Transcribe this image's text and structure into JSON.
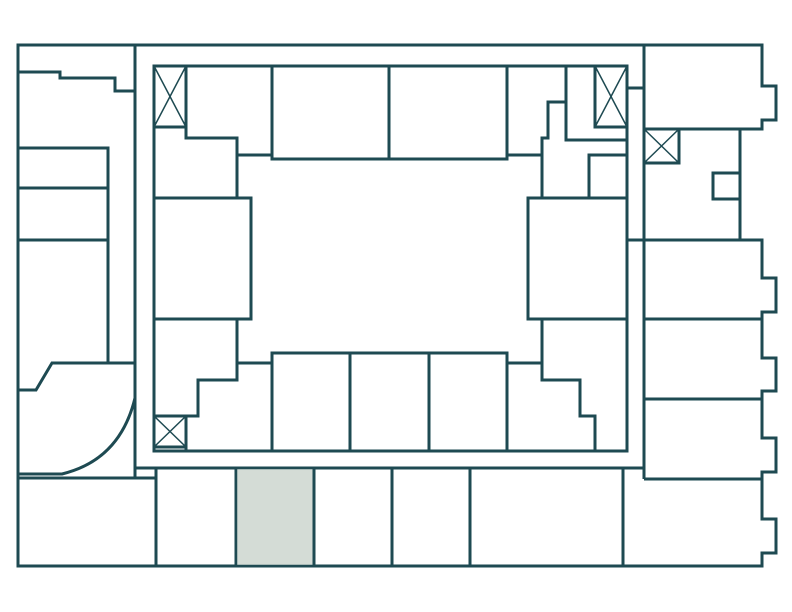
{
  "colors": {
    "wall": "#1e4a52",
    "highlight": "#d4dcd6",
    "background": "#ffffff"
  },
  "plan": {
    "highlighted_unit": "south-row-unit-2",
    "shafts": [
      "shaft-nw",
      "shaft-ne",
      "shaft-ne-outer",
      "shaft-sw"
    ]
  }
}
